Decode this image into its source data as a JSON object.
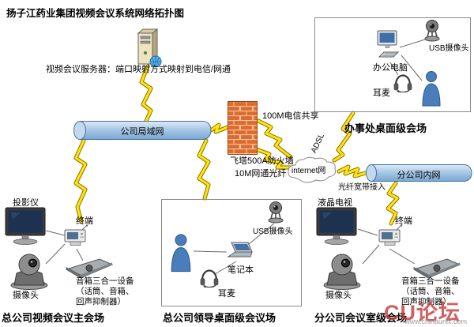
{
  "title": "扬子江药业集团视频会议系统网络拓扑图",
  "network": {
    "server_label": "视频会议服务器：端口映射方式映射到电信/网通",
    "lan_label": "公司局域网",
    "telecom_label": "100M电信共享",
    "firewall_label": "飞塔500A防火墙",
    "netcom_label": "10M网通光纤",
    "internet_label": "internet网",
    "adsl_label": "ADSL",
    "branch_lan_label": "分公司内网",
    "fiber_label": "光纤宽带接入"
  },
  "office_site": {
    "usb_camera_label": "USB摄像头",
    "pc_label": "办公电脑",
    "headset_label": "耳麦",
    "caption": "办事处桌面级会场"
  },
  "hq_main_site": {
    "projector_label": "投影仪",
    "terminal_label": "终端",
    "camera_label": "摄像头",
    "speaker_label": "音箱三合一设备（话筒、音箱、回声抑制器）",
    "caption": "总公司视频会议主会场"
  },
  "hq_leader_site": {
    "usb_camera_label": "USB摄像头",
    "laptop_label": "笔记本",
    "headset_label": "耳麦",
    "caption": "总公司领导桌面级会议场"
  },
  "branch_site": {
    "tv_label": "液晶电视",
    "terminal_label": "终端",
    "camera_label": "摄像头",
    "speaker_label": "音箱三合一设备（话筒、音箱、回声抑制器）",
    "caption": "分公司会议室级会场"
  },
  "watermark": {
    "brand": "CU论坛",
    "url": "www.chinaunix.com"
  }
}
